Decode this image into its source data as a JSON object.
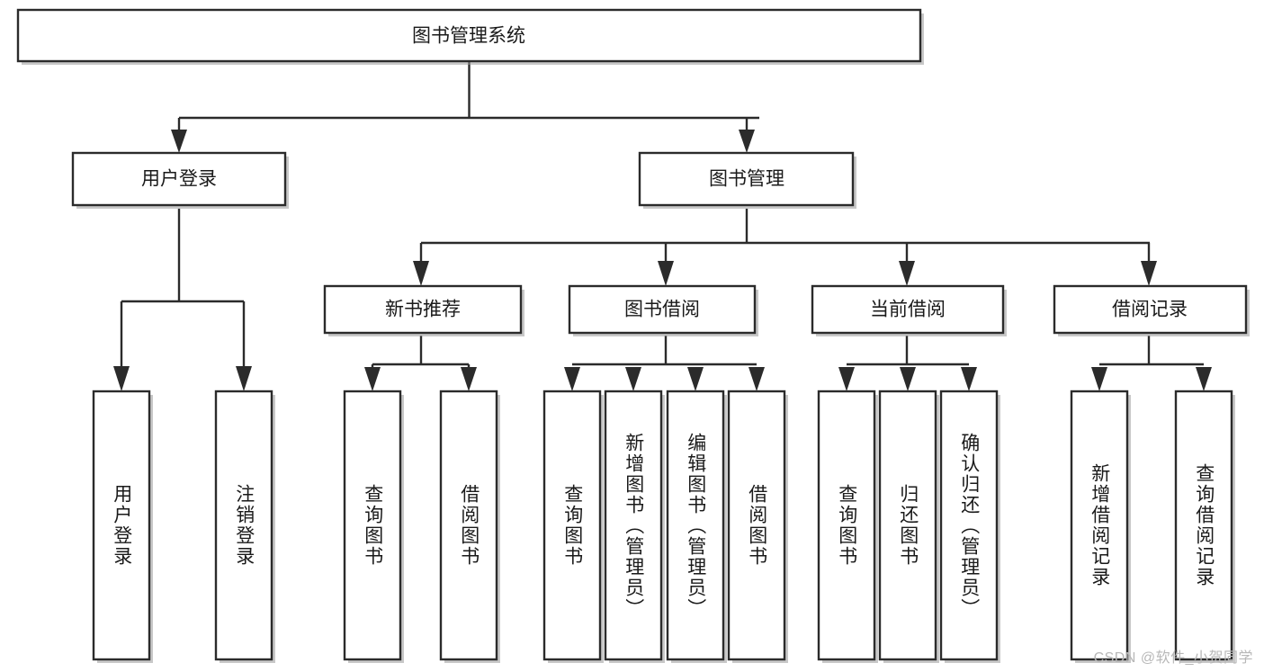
{
  "diagram": {
    "type": "hierarchy-tree",
    "orientation": "top-down",
    "root": {
      "label": "图书管理系统"
    },
    "level2": [
      {
        "label": "用户登录"
      },
      {
        "label": "图书管理"
      }
    ],
    "level3": [
      {
        "label": "新书推荐"
      },
      {
        "label": "图书借阅"
      },
      {
        "label": "当前借阅"
      },
      {
        "label": "借阅记录"
      }
    ],
    "leaves": {
      "user_login": [
        {
          "label": "用户登录"
        },
        {
          "label": "注销登录"
        }
      ],
      "new_book_recommend": [
        {
          "label": "查询图书"
        },
        {
          "label": "借阅图书"
        }
      ],
      "book_borrow": [
        {
          "label": "查询图书"
        },
        {
          "label": "新增图书（管理员）"
        },
        {
          "label": "编辑图书（管理员）"
        },
        {
          "label": "借阅图书"
        }
      ],
      "current_borrow": [
        {
          "label": "查询图书"
        },
        {
          "label": "归还图书"
        },
        {
          "label": "确认归还（管理员）"
        }
      ],
      "borrow_record": [
        {
          "label": "新增借阅记录"
        },
        {
          "label": "查询借阅记录"
        }
      ]
    }
  },
  "watermark": {
    "text": "CSDN @软件_小贺同学"
  },
  "colors": {
    "stroke": "#2b2b2b",
    "fill": "#ffffff",
    "text": "#1a1a1a",
    "watermark": "#b8b8b8",
    "shadow": "#9a9a9a"
  }
}
